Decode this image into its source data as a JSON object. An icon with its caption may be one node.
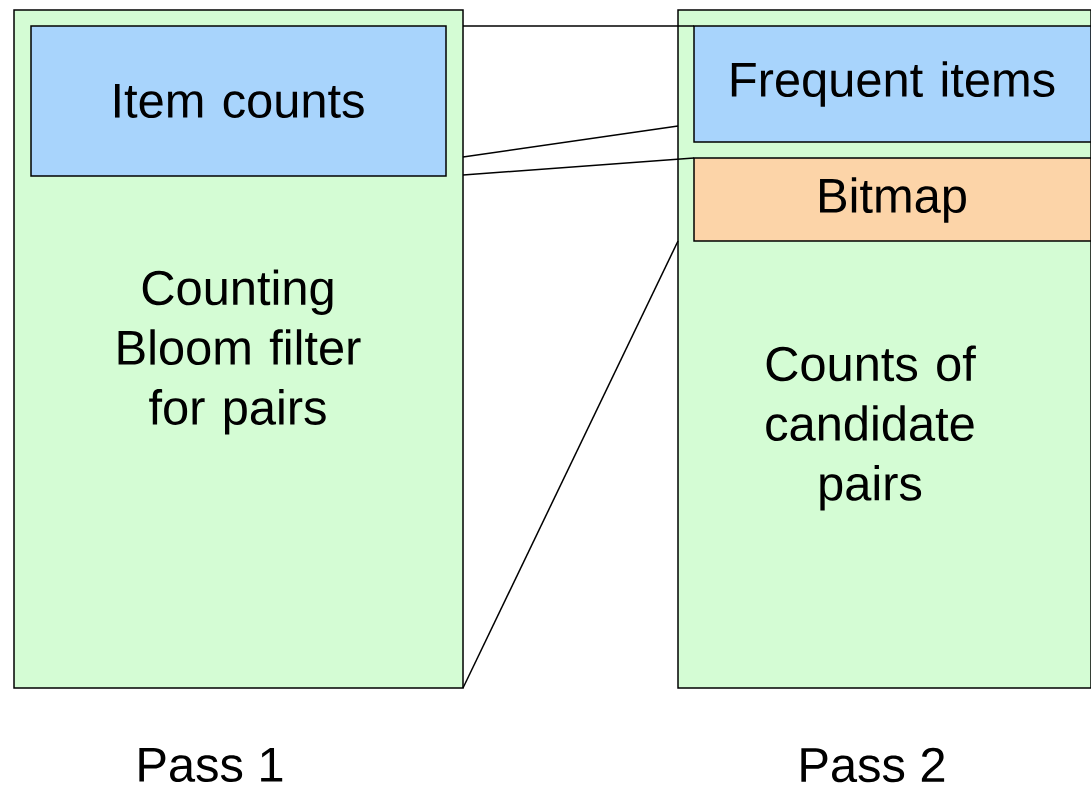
{
  "diagram": {
    "nodes": [
      {
        "text": [
          "Counting Bloom filter for pairs"
        ],
        "beside": [
          "Pass 1"
        ]
      },
      {
        "text": [
          "Item counts"
        ],
        "in": 0
      },
      {
        "text": [
          "Counts of candidate pairs"
        ],
        "beside": [
          "Pass 2"
        ]
      },
      {
        "text": [
          "Frequent items"
        ],
        "in": 2
      },
      {
        "text": [
          "Bitmap"
        ],
        "in": 2
      }
    ],
    "edges": [
      {
        "from": 1,
        "to": 3,
        "arrow": "none"
      },
      {
        "from": 1,
        "to": 3,
        "arrow": "none"
      },
      {
        "from": 0,
        "to": 4,
        "arrow": "none"
      },
      {
        "from": 0,
        "to": 4,
        "arrow": "none"
      }
    ]
  }
}
